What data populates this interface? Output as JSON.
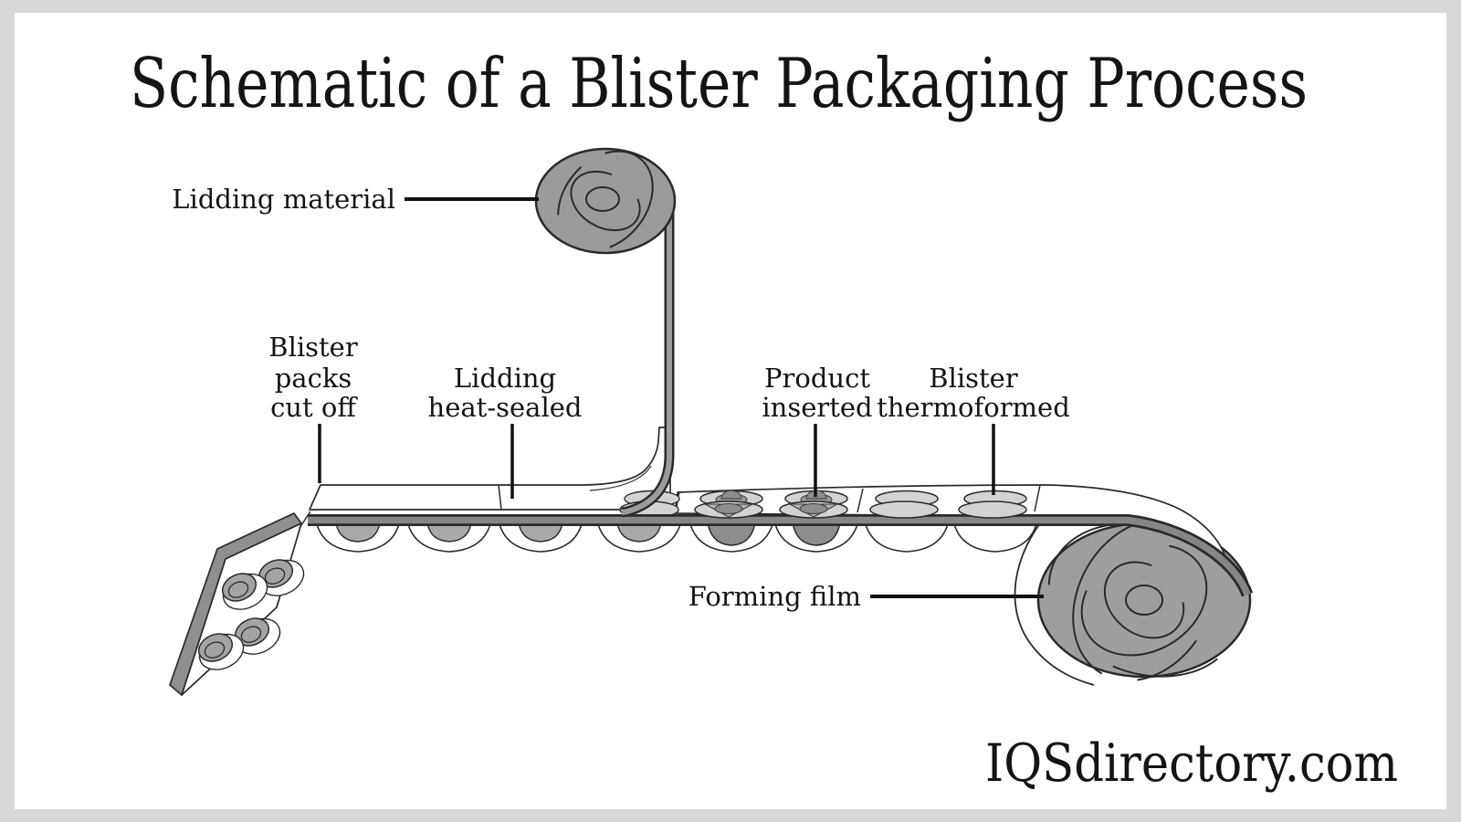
{
  "title": "Schematic of a Blister Packaging Process",
  "watermark": "IQSdirectory.com",
  "labels": {
    "lidding_material": "Lidding material",
    "forming_film": "Forming film",
    "blister_packs_cut_off": [
      "Blister",
      "packs",
      "cut off"
    ],
    "lidding_heat_sealed": [
      "Lidding",
      "heat-sealed"
    ],
    "product_inserted": [
      "Product",
      "inserted"
    ],
    "blister_thermoformed": [
      "Blister",
      "thermoformed"
    ]
  },
  "colors": {
    "frame_background": "#d8d8d8",
    "canvas": "#ffffff",
    "line_outline": "#2a2a2a",
    "roll_gray": "#9e9e9e",
    "web_band_gray": "#868686",
    "pocket_light_gray": "#d3d3d3",
    "product_dark_gray": "#8d8d8d",
    "dome_gray": "#a9a9a9"
  }
}
